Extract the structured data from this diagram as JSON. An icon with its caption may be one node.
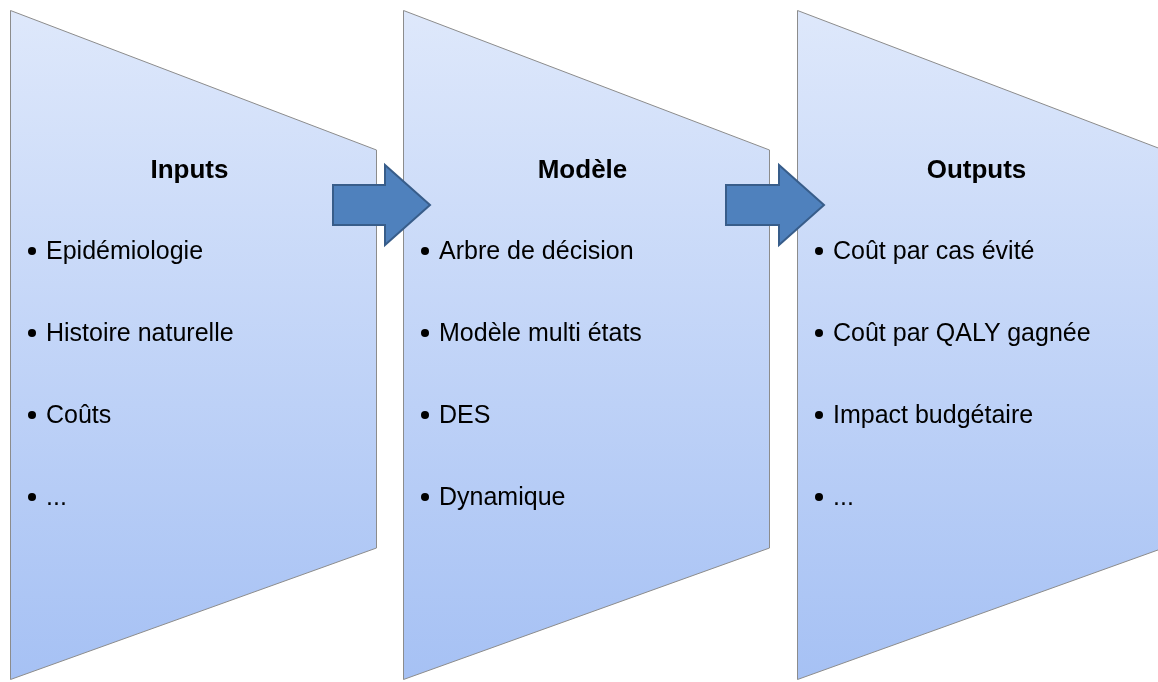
{
  "diagram": {
    "nodes": [
      {
        "text": [
          "Inputs",
          "Epidémiologie",
          "Histoire naturelle",
          "Coûts",
          "..."
        ]
      },
      {
        "text": [
          "Modèle",
          "Arbre de décision",
          "Modèle multi états",
          "DES",
          "Dynamique"
        ]
      },
      {
        "text": [
          "Outputs",
          "Coût par cas évité",
          "Coût par QALY gagnée",
          "Impact budgétaire",
          "..."
        ]
      }
    ],
    "edges": [
      {
        "from": 0,
        "to": 1,
        "arrow": "to"
      },
      {
        "from": 1,
        "to": 2,
        "arrow": "to"
      }
    ]
  }
}
